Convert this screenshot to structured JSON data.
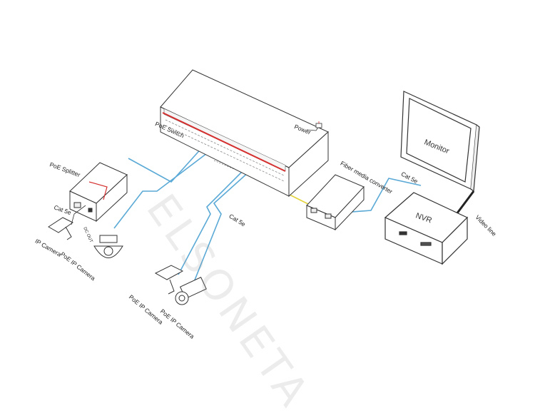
{
  "labels": {
    "switch": "PoE  Switch",
    "power": "Power",
    "poe_splitter": "PoE Splitter",
    "cat5e_splitter": "Cat 5e",
    "dc_out": "DC OUT",
    "ip_camera": "IP Camera",
    "poe_ip_camera_dome": "PoE IP Camera",
    "cat5e_middle": "Cat 5e",
    "poe_ip_camera_1": "PoE IP Camera",
    "poe_ip_camera_2": "PoE IP Camera",
    "fiber_converter": "Fiber media converter",
    "cat5e_right": "Cat 5e",
    "monitor": "Monitor",
    "nvr": "NVR",
    "video_line": "Video line"
  },
  "watermark": "ELSONETA",
  "colors": {
    "cable": "#5aa9d6",
    "fiber": "#e2d23a",
    "port_red": "#d43030",
    "outline": "#333333"
  },
  "icons": [
    "poe-switch-icon",
    "fiber-converter-icon",
    "monitor-icon",
    "nvr-icon",
    "poe-splitter-icon",
    "bullet-camera-icon",
    "dome-camera-icon",
    "power-plug-icon"
  ]
}
